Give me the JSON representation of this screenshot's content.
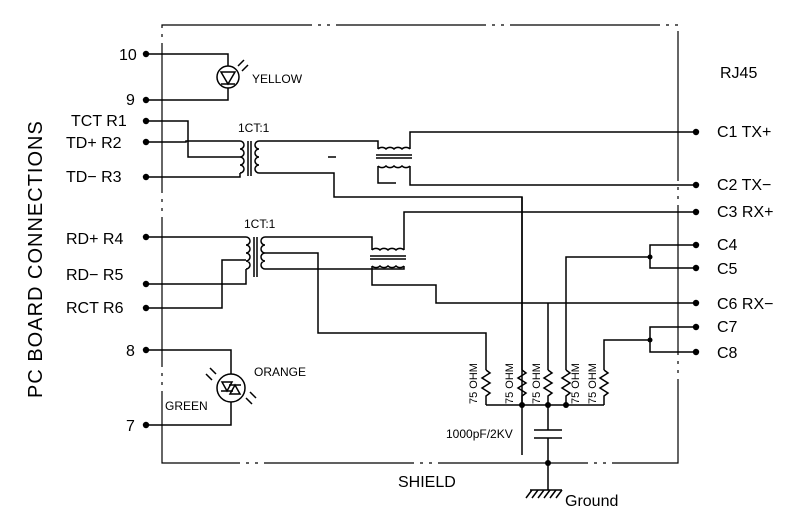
{
  "side_title": "PC BOARD CONNECTIONS",
  "connector_name": "RJ45",
  "left_pins": {
    "p10": "10",
    "p9": "9",
    "tct": "TCT  R1",
    "tdp": "TD+  R2",
    "tdm": "TD−  R3",
    "rdp": "RD+  R4",
    "rdm": "RD−  R5",
    "rct": "RCT  R6",
    "p8": "8",
    "p7": "7"
  },
  "right_pins": {
    "c1": "C1  TX+",
    "c2": "C2  TX−",
    "c3": "C3  RX+",
    "c4": "C4",
    "c5": "C5",
    "c6": "C6  RX−",
    "c7": "C7",
    "c8": "C8"
  },
  "components": {
    "transformer_top": "1CT:1",
    "transformer_bottom": "1CT:1",
    "led_yellow": "YELLOW",
    "led_orange": "ORANGE",
    "led_green": "GREEN",
    "resistor_label": "75 OHM",
    "capacitor": "1000pF/2KV",
    "shield": "SHIELD",
    "ground": "Ground"
  }
}
